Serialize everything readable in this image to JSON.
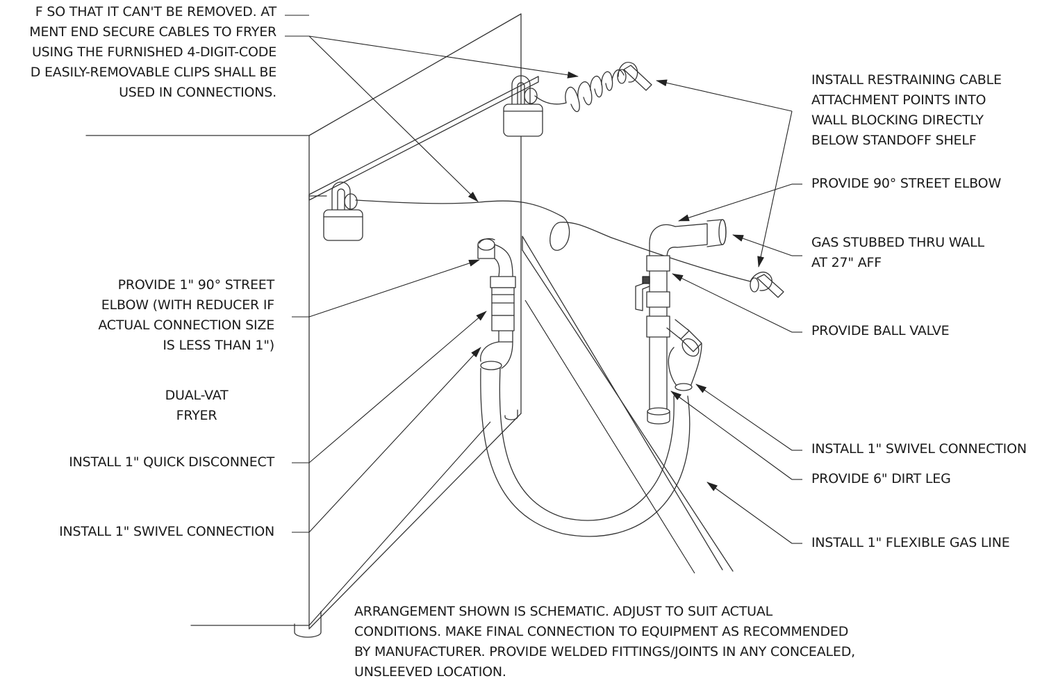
{
  "labels": {
    "top_note": [
      "F SO THAT IT CAN'T BE REMOVED. AT",
      "MENT END SECURE CABLES TO FRYER",
      "USING THE FURNISHED 4-DIGIT-CODE",
      "D EASILY-REMOVABLE CLIPS SHALL BE",
      "USED IN CONNECTIONS."
    ],
    "restraining_cable": [
      "INSTALL RESTRAINING CABLE",
      "ATTACHMENT POINTS INTO",
      "WALL BLOCKING DIRECTLY",
      "BELOW STANDOFF SHELF"
    ],
    "street_elbow_90": "PROVIDE 90° STREET ELBOW",
    "gas_stubbed": [
      "GAS STUBBED THRU WALL",
      "AT 27\" AFF"
    ],
    "ball_valve": "PROVIDE BALL VALVE",
    "swivel_right": "INSTALL 1\" SWIVEL CONNECTION",
    "dirt_leg": "PROVIDE 6\" DIRT LEG",
    "flex_gas_line": "INSTALL 1\" FLEXIBLE GAS LINE",
    "street_elbow_1in": [
      "PROVIDE 1\" 90° STREET",
      "ELBOW (WITH REDUCER IF",
      "ACTUAL CONNECTION SIZE",
      "IS LESS THAN 1\")"
    ],
    "fryer": [
      "DUAL-VAT",
      "FRYER"
    ],
    "quick_disconnect": "INSTALL 1\" QUICK DISCONNECT",
    "swivel_left": "INSTALL 1\" SWIVEL CONNECTION",
    "bottom_note": [
      "ARRANGEMENT SHOWN IS SCHEMATIC.  ADJUST TO SUIT ACTUAL",
      "CONDITIONS. MAKE FINAL CONNECTION TO EQUIPMENT AS RECOMMENDED",
      "BY MANUFACTURER.  PROVIDE WELDED FITTINGS/JOINTS IN ANY CONCEALED,",
      "UNSLEEVED LOCATION."
    ]
  }
}
